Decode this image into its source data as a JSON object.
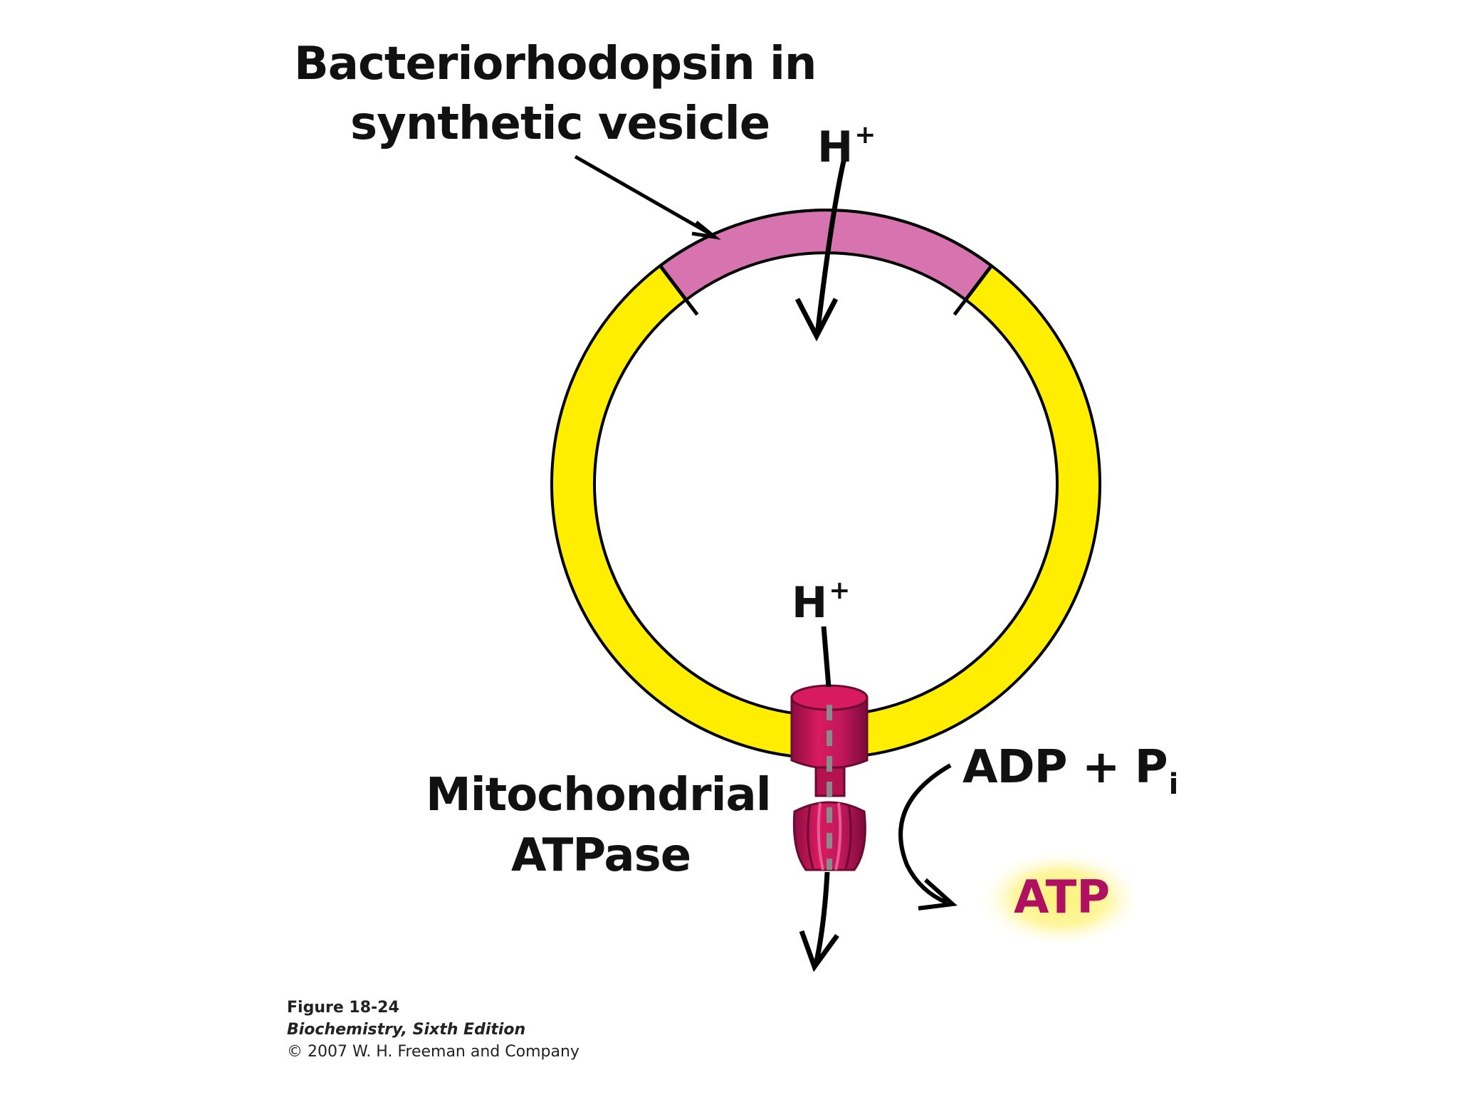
{
  "labels": {
    "vesicle_line1": "Bacteriorhodopsin in",
    "vesicle_line2": "synthetic vesicle",
    "proton_top": "H",
    "proton_top_sup": "+",
    "proton_bottom": "H",
    "proton_bottom_sup": "+",
    "atpase_line1": "Mitochondrial",
    "atpase_line2": "ATPase",
    "adp_pi": "ADP + P",
    "adp_pi_sub": "i",
    "atp": "ATP"
  },
  "caption": {
    "figure": "Figure 18-24",
    "book": "Biochemistry, Sixth Edition",
    "copyright": "© 2007 W. H. Freeman and Company"
  },
  "colors": {
    "membrane": "#ffee00",
    "bacteriorhodopsin": "#d774b0",
    "atpase": "#c2185b",
    "atp_text": "#b01060",
    "atp_glow": "#fff59a",
    "outline": "#000000"
  }
}
